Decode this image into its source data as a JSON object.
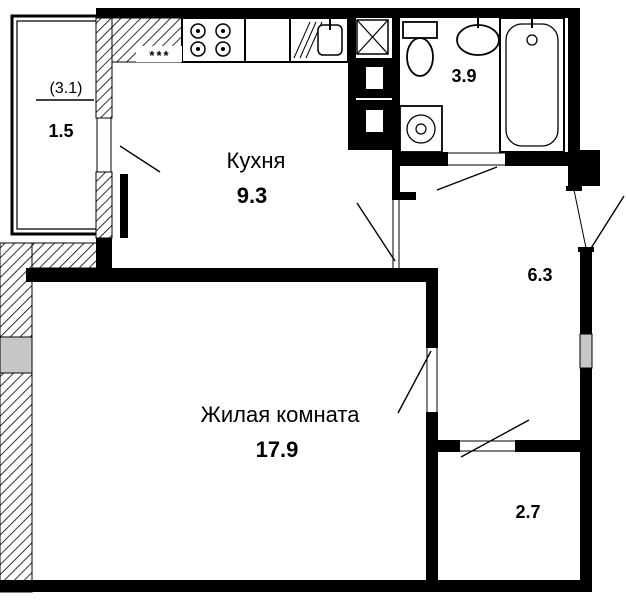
{
  "title": "Apartment floor plan",
  "colors": {
    "wall": "#000000",
    "background": "#ffffff",
    "window_fill": "#c6c6c6"
  },
  "rooms": {
    "kitchen": {
      "name": "Кухня",
      "area": "9.3"
    },
    "living_room": {
      "name": "Жилая комната",
      "area": "17.9"
    },
    "bathroom": {
      "area": "3.9"
    },
    "hallway": {
      "area": "6.3"
    },
    "storage": {
      "area": "2.7"
    },
    "balcony": {
      "area_total": "(3.1)",
      "area_reduced": "1.5"
    }
  },
  "symbols": {
    "stove_marking": "***"
  }
}
